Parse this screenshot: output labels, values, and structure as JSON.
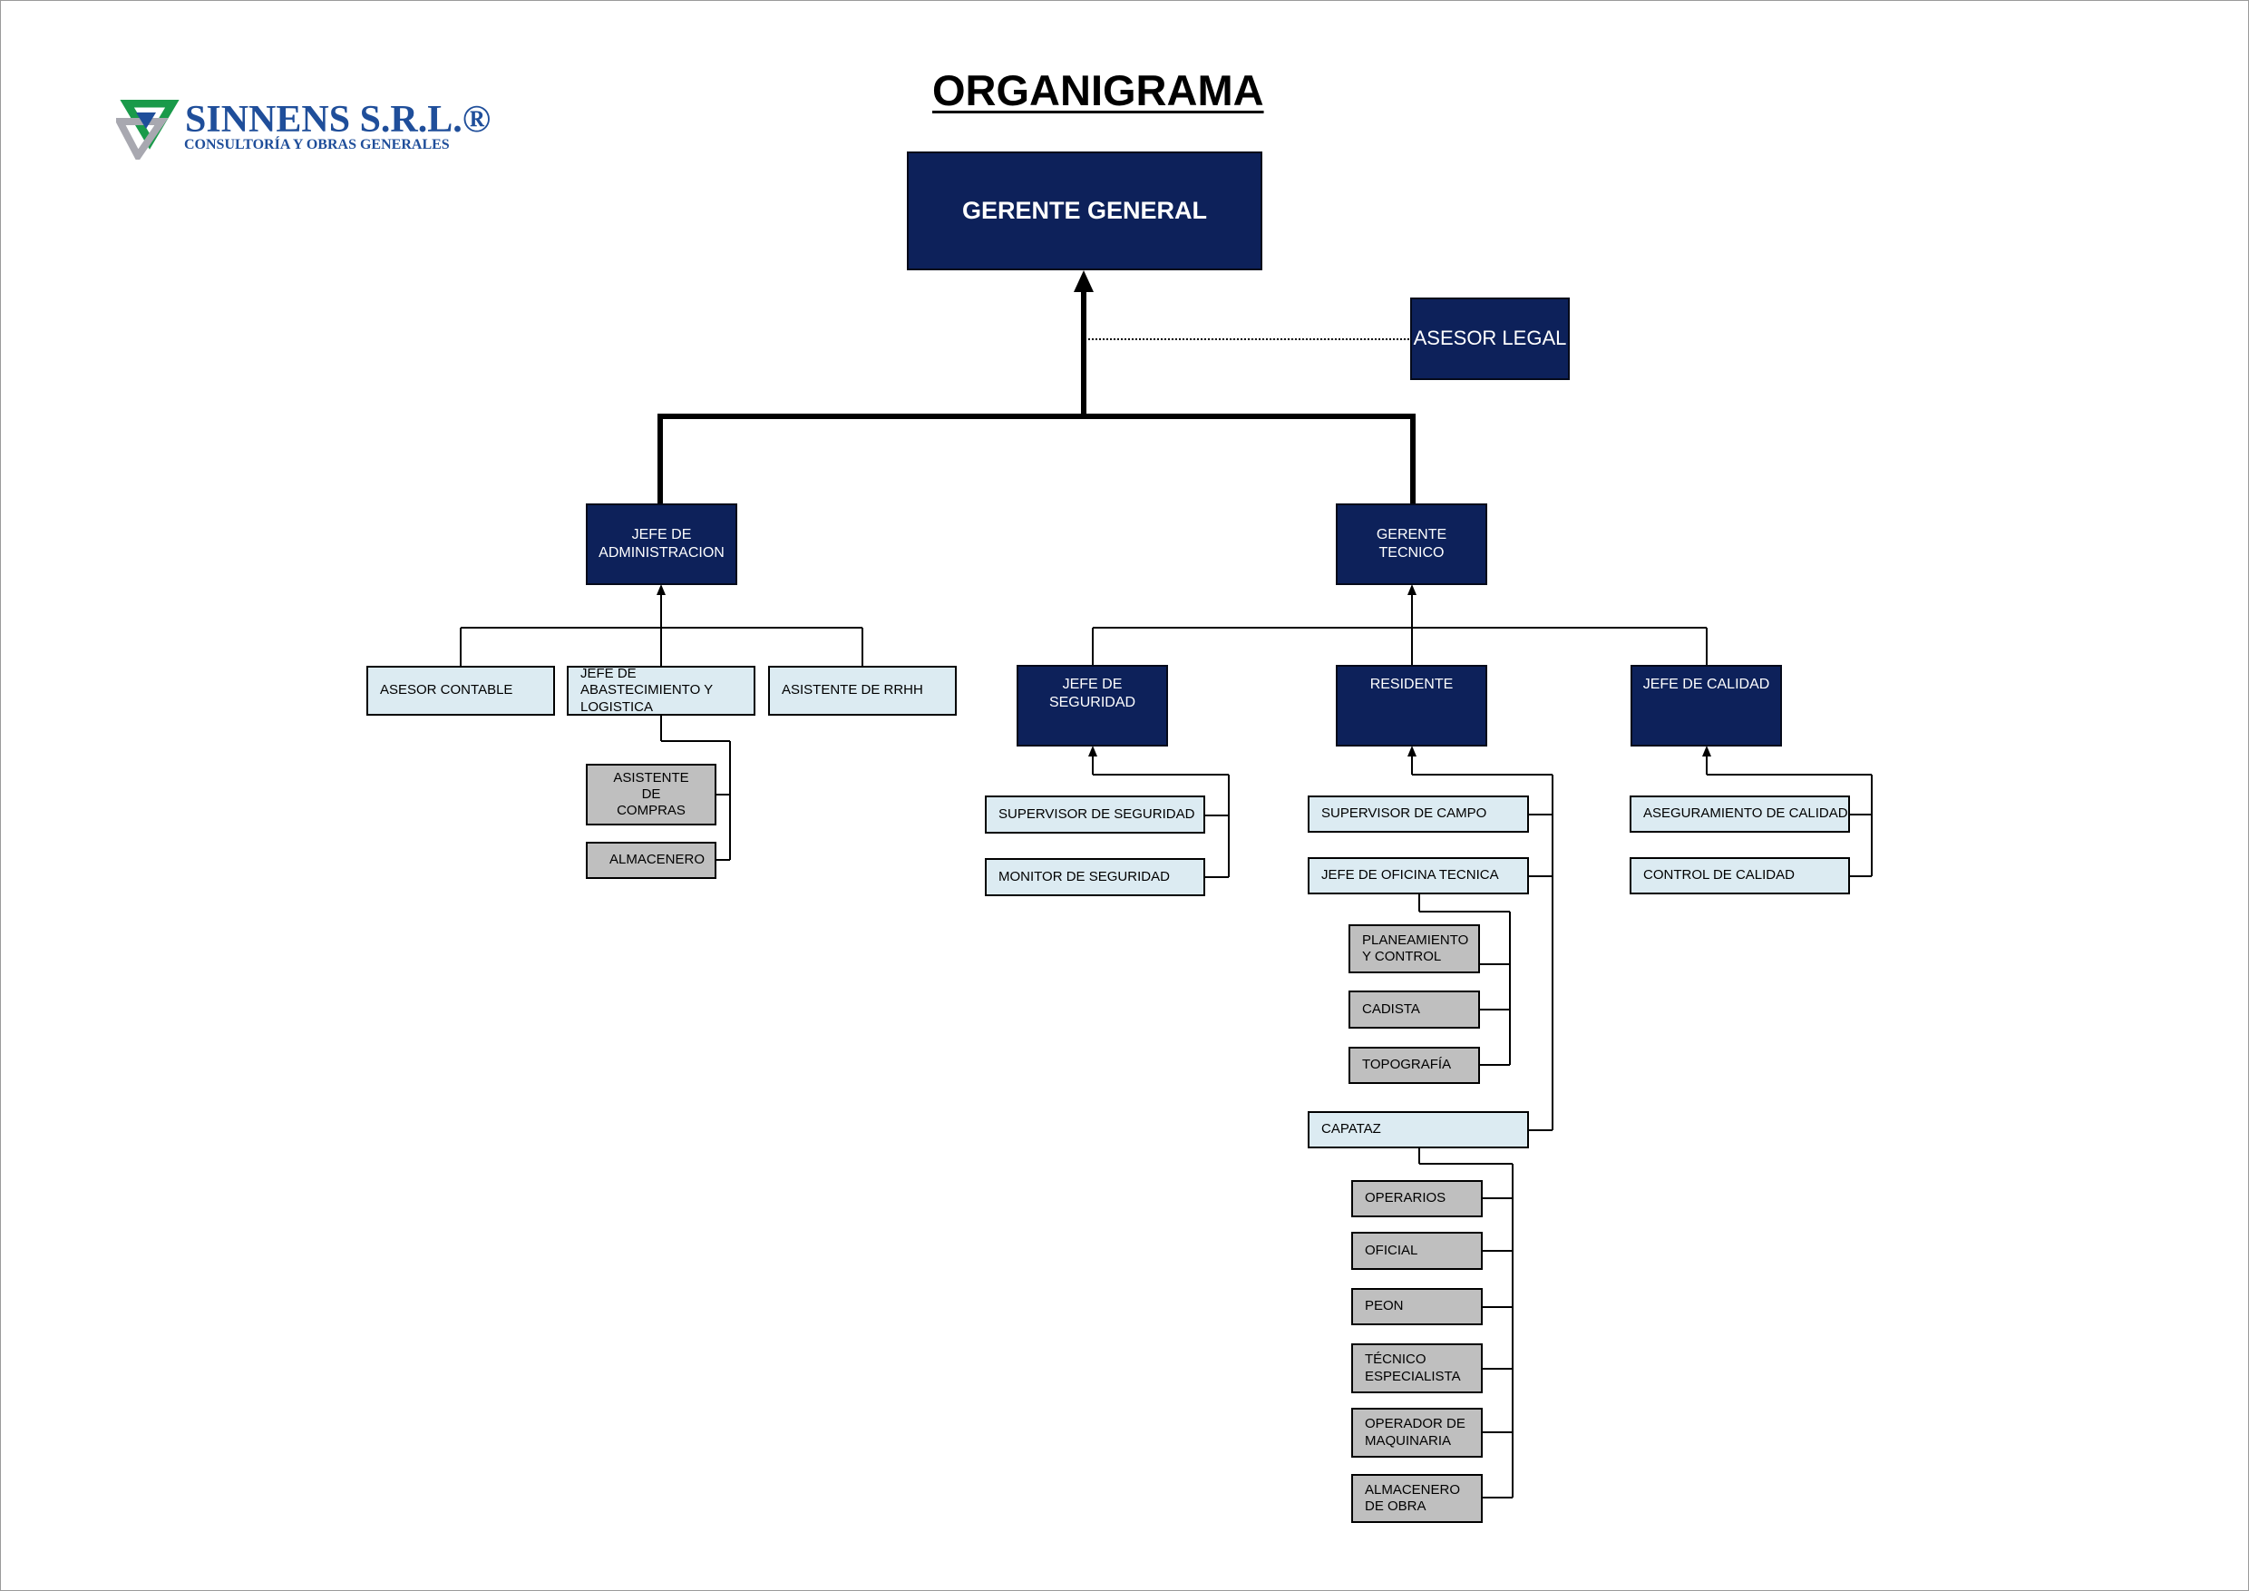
{
  "title": "ORGANIGRAMA",
  "company": {
    "name": "SINNENS S.R.L.®",
    "tagline": "CONSULTORÍA Y OBRAS GENERALES"
  },
  "colors": {
    "navy": "#0d215a",
    "light_blue": "#dcebf2",
    "gray": "#bfbfbf",
    "logo_blue": "#1f4e9a",
    "logo_green": "#1a9a4a"
  },
  "nodes": {
    "gerente_general": "GERENTE GENERAL",
    "asesor_legal": "ASESOR LEGAL",
    "jefe_administracion": "JEFE DE ADMINISTRACION",
    "gerente_tecnico": "GERENTE TECNICO",
    "asesor_contable": "ASESOR CONTABLE",
    "jefe_abastecimiento": "JEFE DE ABASTECIMIENTO Y LOGISTICA",
    "asistente_rrhh": "ASISTENTE DE RRHH",
    "asistente_compras": "ASISTENTE DE COMPRAS",
    "almacenero": "ALMACENERO",
    "jefe_seguridad": "JEFE DE SEGURIDAD",
    "residente": "RESIDENTE",
    "jefe_calidad": "JEFE DE CALIDAD",
    "supervisor_seguridad": "SUPERVISOR DE SEGURIDAD",
    "monitor_seguridad": "MONITOR DE SEGURIDAD",
    "supervisor_campo": "SUPERVISOR DE CAMPO",
    "jefe_oficina_tecnica": "JEFE DE OFICINA TECNICA",
    "planeamiento_control": "PLANEAMIENTO Y CONTROL",
    "cadista": "CADISTA",
    "topografia": "TOPOGRAFÍA",
    "capataz": "CAPATAZ",
    "operarios": "OPERARIOS",
    "oficial": "OFICIAL",
    "peon": "PEON",
    "tecnico_especialista": "TÉCNICO ESPECIALISTA",
    "operador_maquinaria": "OPERADOR DE MAQUINARIA",
    "almacenero_obra": "ALMACENERO DE OBRA",
    "aseguramiento_calidad": "ASEGURAMIENTO DE CALIDAD",
    "control_calidad": "CONTROL DE CALIDAD"
  }
}
